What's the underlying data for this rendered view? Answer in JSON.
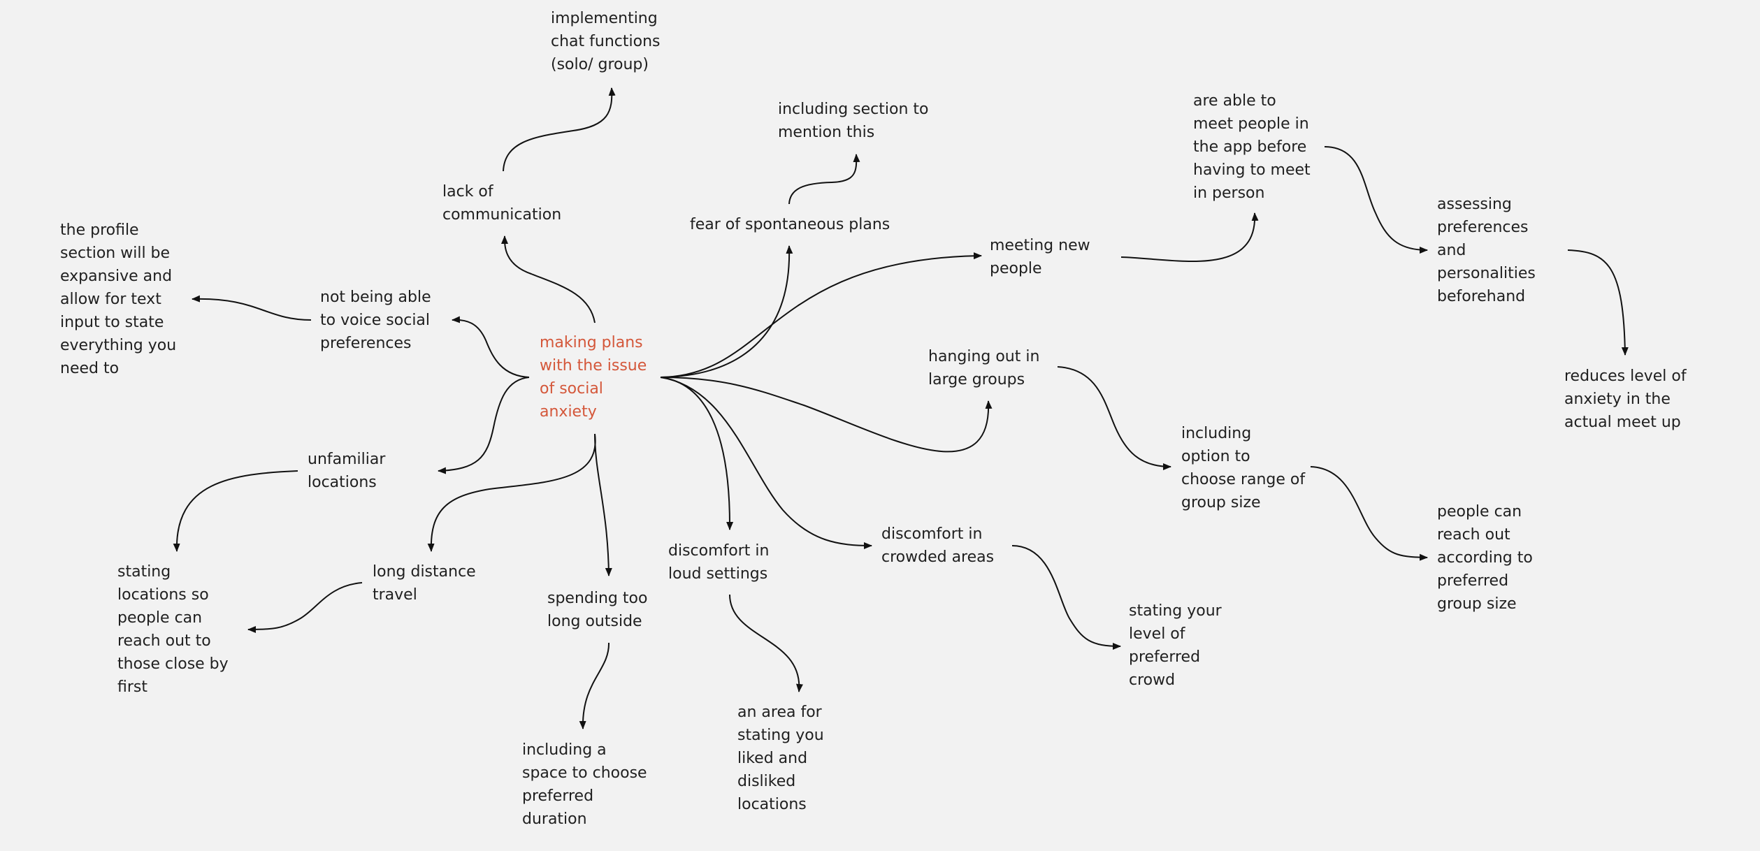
{
  "center": {
    "label": "making plans\nwith the issue\nof social\nanxiety",
    "color": "#d4573a"
  },
  "nodes": [
    {
      "id": "lack-of-communication",
      "label": "lack of\ncommunication"
    },
    {
      "id": "implementing-chat-functions",
      "label": "implementing\nchat functions\n(solo/ group)"
    },
    {
      "id": "fear-of-spontaneous-plans",
      "label": "fear of spontaneous plans"
    },
    {
      "id": "including-section-to-mention-this",
      "label": "including section to\nmention this"
    },
    {
      "id": "meeting-new-people",
      "label": "meeting new\npeople"
    },
    {
      "id": "are-able-to-meet-people",
      "label": "are able to\nmeet people in\nthe app before\nhaving to meet\nin person"
    },
    {
      "id": "assessing-preferences",
      "label": "assessing\npreferences\nand\npersonalities\nbeforehand"
    },
    {
      "id": "reduces-level-of-anxiety",
      "label": "reduces level of\nanxiety in the\nactual meet up"
    },
    {
      "id": "not-being-able-to-voice",
      "label": "not being able\nto voice social\npreferences"
    },
    {
      "id": "profile-section-expansive",
      "label": "the profile\nsection will be\nexpansive and\nallow for text\ninput to state\neverything you\nneed to"
    },
    {
      "id": "unfamiliar-locations",
      "label": "unfamiliar\nlocations"
    },
    {
      "id": "stating-locations",
      "label": "stating\nlocations so\npeople can\nreach out to\nthose close by\nfirst"
    },
    {
      "id": "long-distance-travel",
      "label": "long distance\ntravel"
    },
    {
      "id": "spending-too-long-outside",
      "label": "spending too\nlong outside"
    },
    {
      "id": "including-space-for-duration",
      "label": "including a\nspace to choose\npreferred\nduration"
    },
    {
      "id": "discomfort-in-loud-settings",
      "label": "discomfort in\nloud settings"
    },
    {
      "id": "area-for-liked-disliked-locations",
      "label": "an area for\nstating you\nliked and\ndisliked\nlocations"
    },
    {
      "id": "discomfort-in-crowded-areas",
      "label": "discomfort in\ncrowded areas"
    },
    {
      "id": "stating-level-of-crowd",
      "label": "stating your\nlevel of\npreferred\ncrowd"
    },
    {
      "id": "hanging-out-in-large-groups",
      "label": "hanging out in\nlarge groups"
    },
    {
      "id": "including-option-group-size",
      "label": "including\noption to\nchoose range of\ngroup size"
    },
    {
      "id": "people-can-reach-out",
      "label": "people can\nreach out\naccording to\npreferred\ngroup size"
    }
  ]
}
